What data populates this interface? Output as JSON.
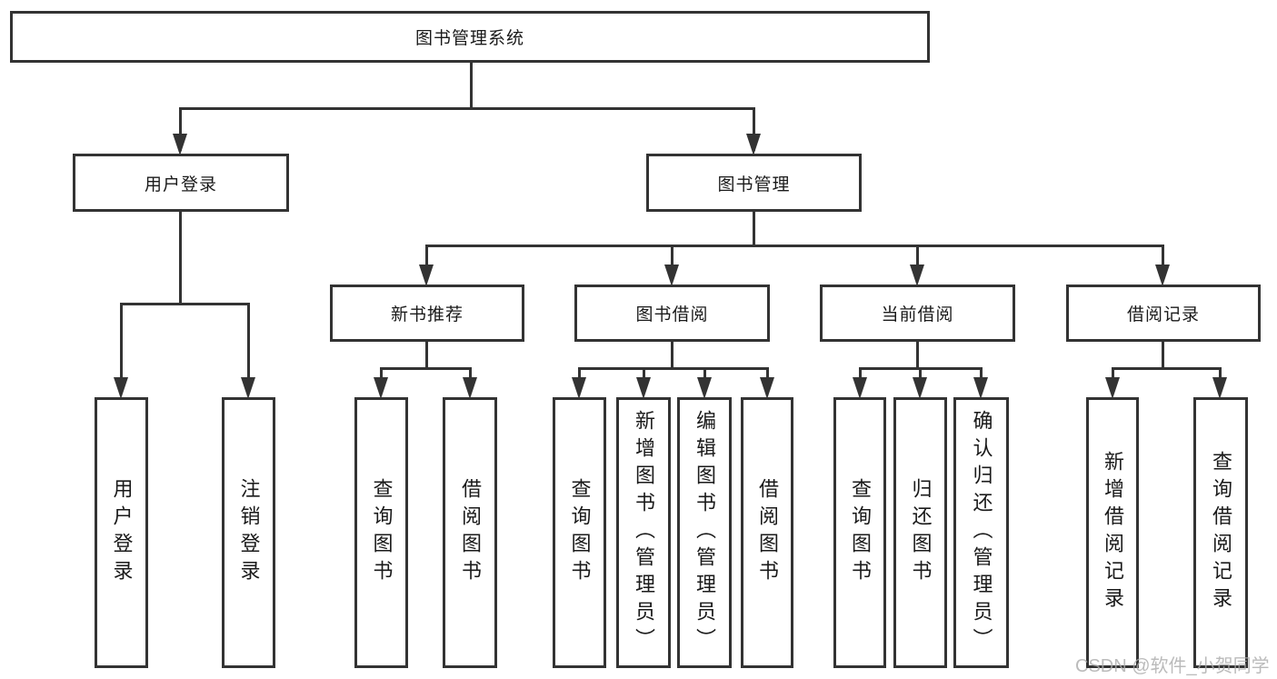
{
  "diagram": {
    "title": "图书管理系统",
    "tree": {
      "label": "图书管理系统",
      "children": {
        "user_login": {
          "label": "用户登录",
          "children": {
            "login": {
              "label": "用户登录"
            },
            "logout": {
              "label": "注销登录"
            }
          }
        },
        "book_mgmt": {
          "label": "图书管理",
          "children": {
            "new_book_rec": {
              "label": "新书推荐",
              "children": {
                "query_books": {
                  "label": "查询图书"
                },
                "borrow_books": {
                  "label": "借阅图书"
                }
              }
            },
            "book_borrow": {
              "label": "图书借阅",
              "children": {
                "query_books": {
                  "label": "查询图书"
                },
                "add_book_admin": {
                  "label": "新增图书（管理员）"
                },
                "edit_book_admin": {
                  "label": "编辑图书（管理员）"
                },
                "borrow_books": {
                  "label": "借阅图书"
                }
              }
            },
            "current_borrow": {
              "label": "当前借阅",
              "children": {
                "query_books": {
                  "label": "查询图书"
                },
                "return_books": {
                  "label": "归还图书"
                },
                "confirm_return_admin": {
                  "label": "确认归还（管理员）"
                }
              }
            },
            "borrow_records": {
              "label": "借阅记录",
              "children": {
                "add_record": {
                  "label": "新增借阅记录"
                },
                "query_record": {
                  "label": "查询借阅记录"
                }
              }
            }
          }
        }
      }
    }
  },
  "watermark": {
    "text": "CSDN @软件_小贺同学"
  },
  "colors": {
    "line": "#333333",
    "box_border": "#333333",
    "box_fill": "#ffffff",
    "text": "#1a1a1a",
    "watermark": "#ababab"
  }
}
